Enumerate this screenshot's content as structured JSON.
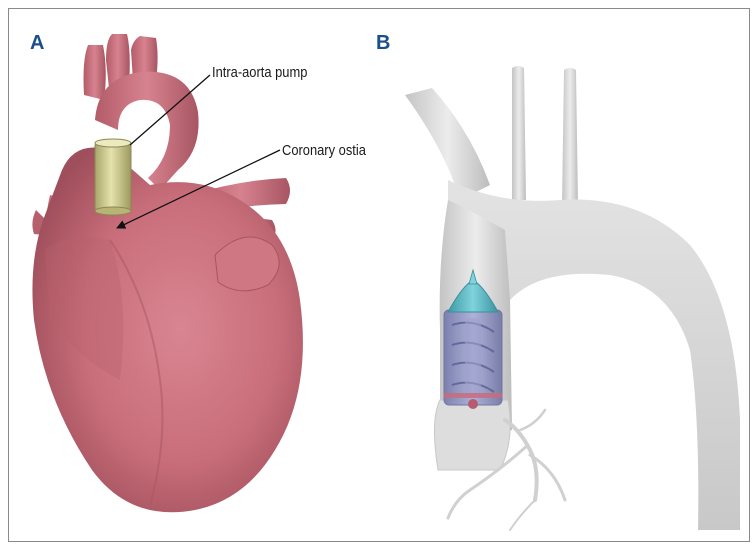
{
  "panels": {
    "a": {
      "label": "A",
      "annotations": {
        "pump": "Intra-aorta pump",
        "ostia": "Coronary ostia"
      }
    },
    "b": {
      "label": "B"
    }
  },
  "colors": {
    "heart": "#c9707c",
    "pump": "#d8d49a",
    "aorta": "#d9d9d9",
    "device_body": "#8e93c4",
    "device_tip": "#57b7c3",
    "label": "#1b4f8a"
  }
}
